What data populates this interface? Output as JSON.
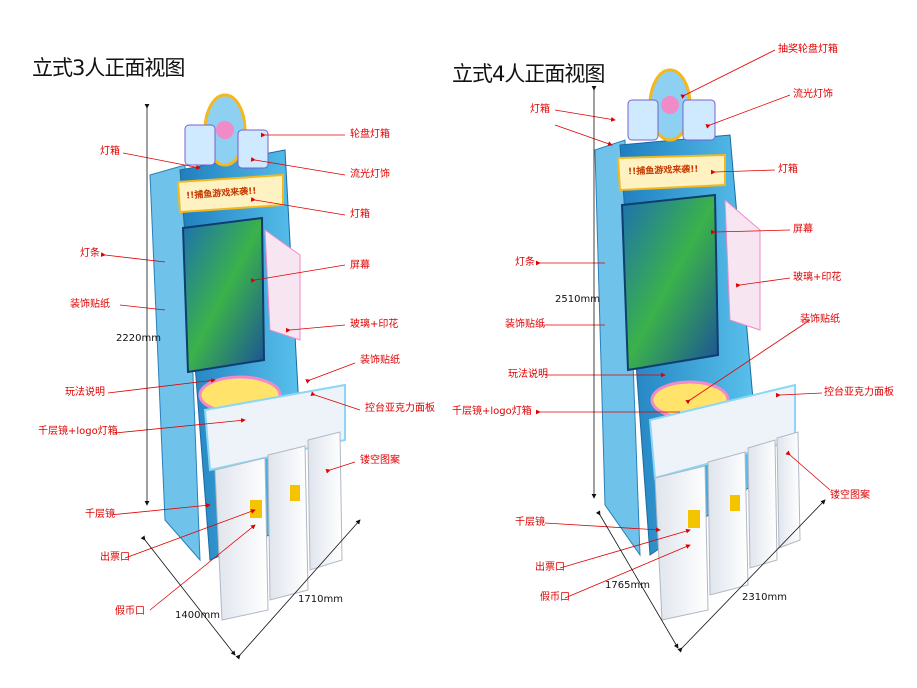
{
  "colors": {
    "label_red": "#e00000",
    "cabinet_blue": "#3aa6d8",
    "cabinet_white": "#f1f3f7",
    "accent_pink": "#f08ac8",
    "screen_green": "#3bb24a",
    "marquee_gold": "#f5b81c"
  },
  "left": {
    "title": "立式3人正面视图",
    "labels": {
      "wheel_lightbox": "轮盘灯箱",
      "flow_light": "流光灯饰",
      "lightbox_right": "灯箱",
      "lightbox_left": "灯箱",
      "light_strip": "灯条",
      "screen": "屏幕",
      "deco_sticker": "装饰贴纸",
      "glass_print": "玻璃+印花",
      "play_guide": "玩法说明",
      "deco_sticker2": "装饰贴纸",
      "mirror_logo": "千层镜+logo灯箱",
      "acrylic_panel": "控台亚克力面板",
      "hollow_pattern": "镂空图案",
      "mirror": "千层镜",
      "ticket_out": "出票口",
      "coin_in": "假币口"
    },
    "dims": {
      "height": "2220mm",
      "depth": "1400mm",
      "width": "1710mm"
    }
  },
  "right": {
    "title": "立式4人正面视图",
    "labels": {
      "wheel_lightbox": "抽奖轮盘灯箱",
      "flow_light": "流光灯饰",
      "lightbox_left": "灯箱",
      "lightbox_right": "灯箱",
      "screen": "屏幕",
      "light_strip": "灯条",
      "glass_print": "玻璃+印花",
      "deco_sticker": "装饰贴纸",
      "deco_sticker2": "装饰贴纸",
      "play_guide": "玩法说明",
      "acrylic_panel": "控台亚克力面板",
      "mirror_logo": "千层镜+logo灯箱",
      "hollow_pattern": "镂空图案",
      "mirror": "千层镜",
      "ticket_out": "出票口",
      "coin_in": "假币口"
    },
    "dims": {
      "height": "2510mm",
      "depth": "1765mm",
      "width": "2310mm"
    }
  },
  "marquee_text": "!!捕鱼游戏来袭!!"
}
